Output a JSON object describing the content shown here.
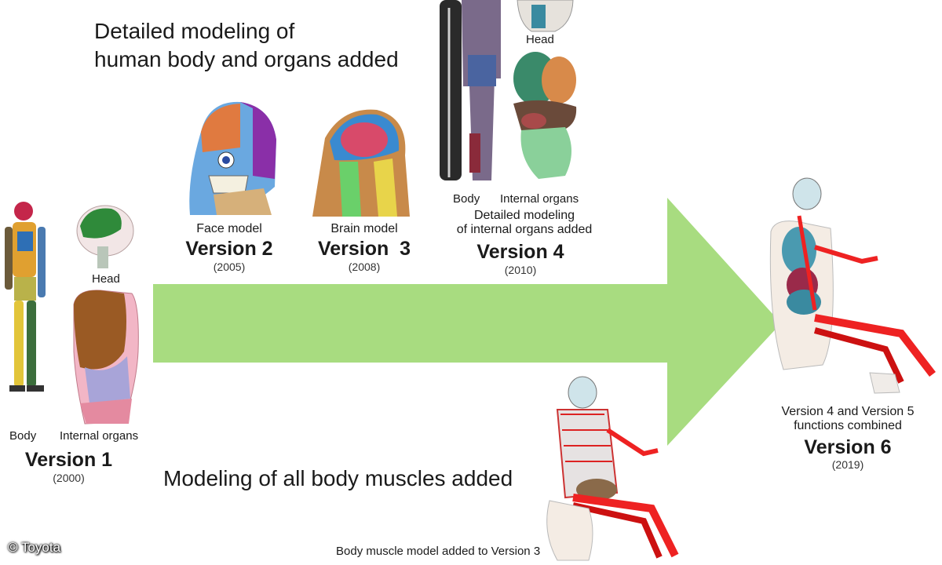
{
  "headings": {
    "top": [
      "Detailed modeling of",
      "human body and organs added"
    ],
    "bottom": "Modeling of all body muscles added"
  },
  "arrow_color": "#a8dc80",
  "versions": {
    "v1": {
      "body_label": "Body",
      "head_label": "Head",
      "organs_label": "Internal organs",
      "title": "Version 1",
      "year": "(2000)"
    },
    "v2": {
      "caption": "Face model",
      "title": "Version 2",
      "year": "(2005)"
    },
    "v3": {
      "caption": "Brain model",
      "title": "Version  3",
      "year": "(2008)"
    },
    "v4": {
      "head_label": "Head",
      "body_label": "Body",
      "organs_label": "Internal organs",
      "caption": [
        "Detailed modeling",
        "of internal organs added"
      ],
      "title": "Version 4",
      "year": "(2010)"
    },
    "v5": {
      "caption": "Body muscle model added to Version 3"
    },
    "v6": {
      "caption": [
        "Version 4 and Version 5",
        "functions combined"
      ],
      "title": "Version 6",
      "year": "(2019)"
    }
  },
  "copyright": "© Toyota"
}
